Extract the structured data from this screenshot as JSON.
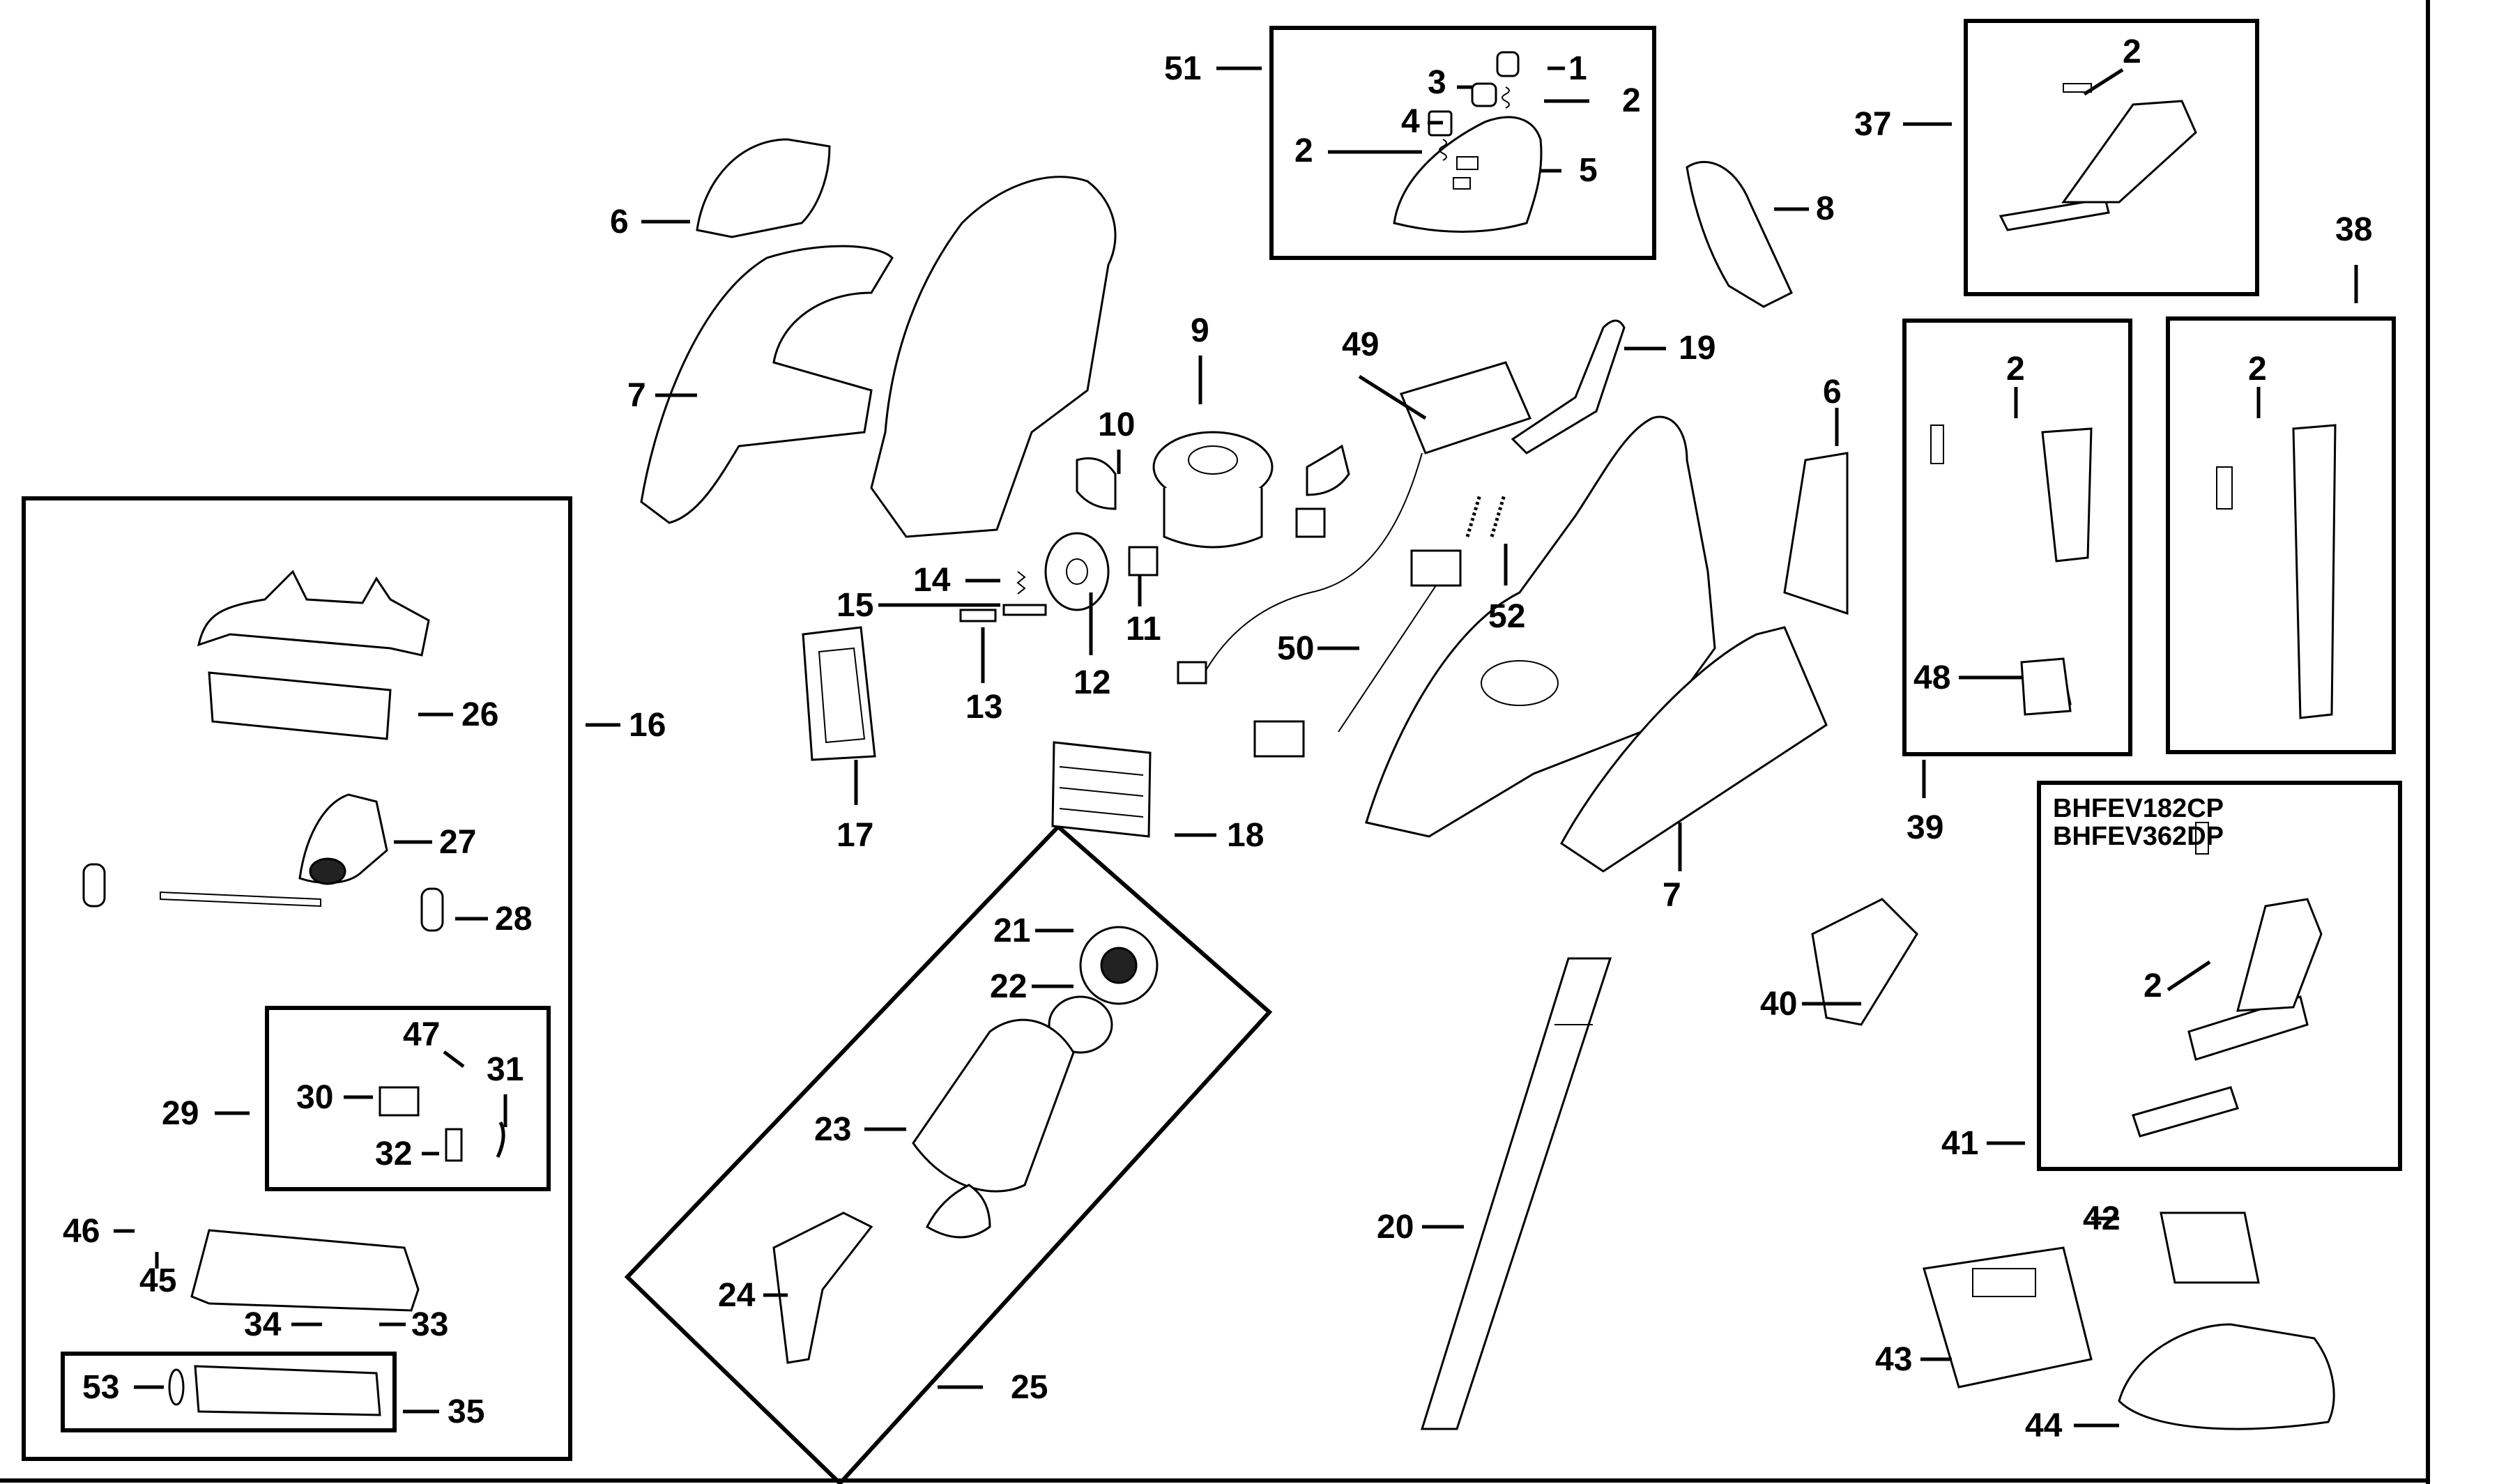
{
  "diagram": {
    "type": "exploded-parts-diagram",
    "subject": "cordless stick vacuum",
    "border_color": "#000000",
    "background_color": "#ffffff"
  },
  "model_notes": [
    "BHFEV182CP",
    "BHFEV362DP"
  ],
  "callouts": [
    {
      "id": "c1",
      "label": "1"
    },
    {
      "id": "c2a",
      "label": "2"
    },
    {
      "id": "c2b",
      "label": "2"
    },
    {
      "id": "c3",
      "label": "3"
    },
    {
      "id": "c4",
      "label": "4"
    },
    {
      "id": "c5",
      "label": "5"
    },
    {
      "id": "c6a",
      "label": "6"
    },
    {
      "id": "c6b",
      "label": "6"
    },
    {
      "id": "c7a",
      "label": "7"
    },
    {
      "id": "c7b",
      "label": "7"
    },
    {
      "id": "c8",
      "label": "8"
    },
    {
      "id": "c9",
      "label": "9"
    },
    {
      "id": "c10",
      "label": "10"
    },
    {
      "id": "c11",
      "label": "11"
    },
    {
      "id": "c12",
      "label": "12"
    },
    {
      "id": "c13",
      "label": "13"
    },
    {
      "id": "c14",
      "label": "14"
    },
    {
      "id": "c15",
      "label": "15"
    },
    {
      "id": "c16",
      "label": "16"
    },
    {
      "id": "c17",
      "label": "17"
    },
    {
      "id": "c18",
      "label": "18"
    },
    {
      "id": "c19",
      "label": "19"
    },
    {
      "id": "c20",
      "label": "20"
    },
    {
      "id": "c21",
      "label": "21"
    },
    {
      "id": "c22",
      "label": "22"
    },
    {
      "id": "c23",
      "label": "23"
    },
    {
      "id": "c24",
      "label": "24"
    },
    {
      "id": "c25",
      "label": "25"
    },
    {
      "id": "c26",
      "label": "26"
    },
    {
      "id": "c27",
      "label": "27"
    },
    {
      "id": "c28",
      "label": "28"
    },
    {
      "id": "c29",
      "label": "29"
    },
    {
      "id": "c30",
      "label": "30"
    },
    {
      "id": "c31",
      "label": "31"
    },
    {
      "id": "c32",
      "label": "32"
    },
    {
      "id": "c33",
      "label": "33"
    },
    {
      "id": "c34",
      "label": "34"
    },
    {
      "id": "c35",
      "label": "35"
    },
    {
      "id": "c37",
      "label": "37"
    },
    {
      "id": "c37_2",
      "label": "2"
    },
    {
      "id": "c38",
      "label": "38"
    },
    {
      "id": "c38_2",
      "label": "2"
    },
    {
      "id": "c39",
      "label": "39"
    },
    {
      "id": "c39_2",
      "label": "2"
    },
    {
      "id": "c40",
      "label": "40"
    },
    {
      "id": "c41",
      "label": "41"
    },
    {
      "id": "c41_2",
      "label": "2"
    },
    {
      "id": "c42",
      "label": "42"
    },
    {
      "id": "c43",
      "label": "43"
    },
    {
      "id": "c44",
      "label": "44"
    },
    {
      "id": "c45",
      "label": "45"
    },
    {
      "id": "c46",
      "label": "46"
    },
    {
      "id": "c47",
      "label": "47"
    },
    {
      "id": "c48",
      "label": "48"
    },
    {
      "id": "c49",
      "label": "49"
    },
    {
      "id": "c50",
      "label": "50"
    },
    {
      "id": "c51",
      "label": "51"
    },
    {
      "id": "c52",
      "label": "52"
    },
    {
      "id": "c53",
      "label": "53"
    }
  ],
  "groups": [
    {
      "callout": "51",
      "contains": [
        "1",
        "2",
        "3",
        "4",
        "5"
      ]
    },
    {
      "callout": "37",
      "contains": [
        "2"
      ]
    },
    {
      "callout": "38",
      "contains": [
        "2"
      ]
    },
    {
      "callout": "39",
      "contains": [
        "2",
        "48"
      ]
    },
    {
      "callout": "41",
      "contains": [
        "2"
      ],
      "models": [
        "BHFEV182CP",
        "BHFEV362DP"
      ]
    },
    {
      "callout": "16",
      "contains": [
        "26",
        "27",
        "28",
        "29",
        "33",
        "34",
        "35",
        "45",
        "46"
      ]
    },
    {
      "callout": "29",
      "contains": [
        "30",
        "31",
        "32",
        "47"
      ]
    },
    {
      "callout": "35",
      "contains": [
        "53"
      ]
    },
    {
      "callout": "25",
      "contains": [
        "21",
        "22",
        "23",
        "24"
      ]
    }
  ]
}
